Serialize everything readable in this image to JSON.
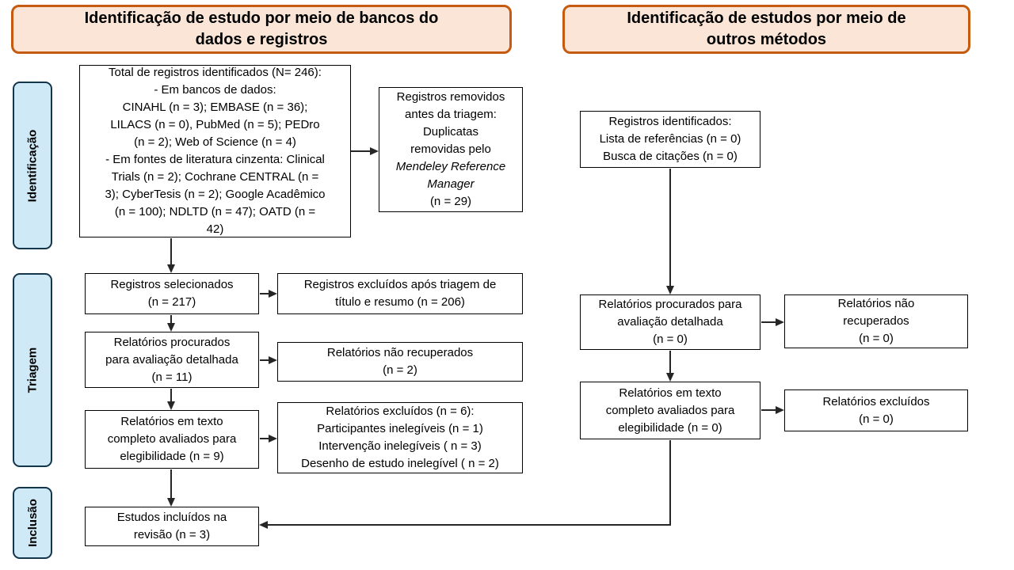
{
  "headers": {
    "left": "Identificação de estudo por meio de bancos do\ndados e registros",
    "right": "Identificação de estudos por meio de\noutros métodos"
  },
  "stages": {
    "identification": "Identificação",
    "screening": "Triagem",
    "inclusion": "Inclusão"
  },
  "boxes": {
    "db_total": "Total de registros identificados (N= 246):\n- Em bancos de dados:\nCINAHL (n = 3); EMBASE (n = 36);\nLILACS (n = 0), PubMed (n = 5); PEDro\n(n = 2); Web of Science (n = 4)\n- Em fontes de literatura cinzenta: Clinical\nTrials (n = 2); Cochrane CENTRAL (n =\n3); CyberTesis (n = 2); Google Acadêmico\n(n = 100); NDLTD (n = 47); OATD (n =\n42)",
    "removed": {
      "top": "Registros removidos\nantes da triagem:\nDuplicatas\nremovidas pelo",
      "italic": "Mendeley Reference\nManager",
      "bottom": "(n = 29)"
    },
    "selected": "Registros selecionados\n(n = 217)",
    "excluded_screening": "Registros excluídos após triagem de\ntítulo e resumo (n = 206)",
    "sought_db": "Relatórios procurados\npara avaliação detalhada\n(n = 11)",
    "not_retrieved_db": "Relatórios não recuperados\n(n = 2)",
    "assessed_db": "Relatórios em texto\ncompleto avaliados para\nelegibilidade (n = 9)",
    "excluded_fulltext_db": "Relatórios excluídos (n = 6):\nParticipantes inelegíveis (n = 1)\nIntervenção inelegíveis ( n = 3)\nDesenho de estudo inelegível ( n = 2)",
    "included": "Estudos incluídos na\nrevisão (n = 3)",
    "identified_other": "Registros identificados:\nLista de referências (n = 0)\nBusca de citações (n = 0)",
    "sought_other": "Relatórios procurados para\navaliação detalhada\n(n = 0)",
    "not_retrieved_other": "Relatórios não\nrecuperados\n(n = 0)",
    "assessed_other": "Relatórios em texto\ncompleto avaliados para\nelegibilidade (n = 0)",
    "excluded_other": "Relatórios excluídos\n(n = 0)"
  },
  "colors": {
    "header_fill": "#fbe5d6",
    "header_border": "#c55a11",
    "stage_fill": "#cfe9f6",
    "stage_border": "#14364c",
    "box_border": "#000000",
    "arrow": "#262626",
    "text": "#000000"
  }
}
